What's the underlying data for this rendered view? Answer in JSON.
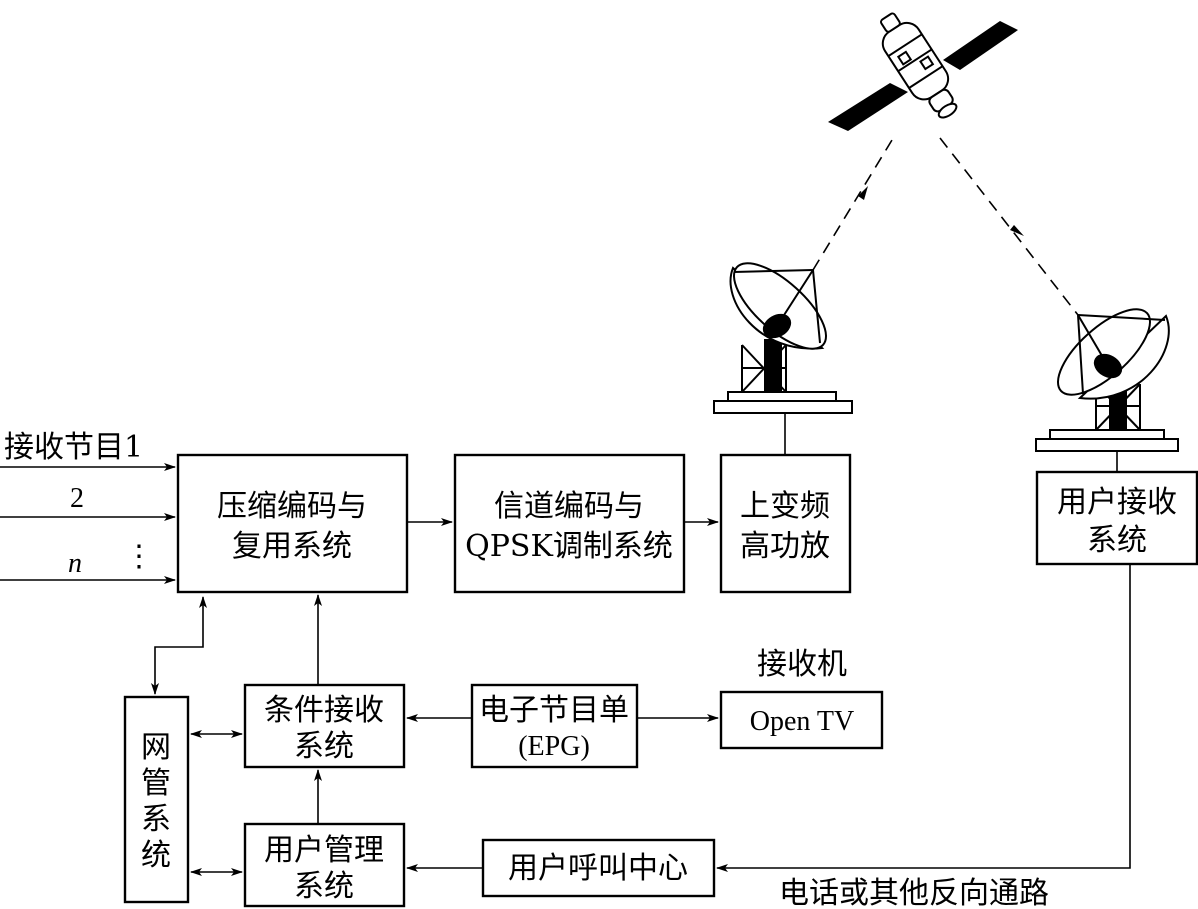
{
  "inputs": {
    "input_1": "接收节目1",
    "input_2": "2",
    "input_n": "n",
    "ellipsis": "⋮"
  },
  "blocks": {
    "compress_mux": [
      "压缩编码与",
      "复用系统"
    ],
    "channel_qpsk": [
      "信道编码与",
      "QPSK调制系统"
    ],
    "upconvert_hpa": [
      "上变频",
      "高功放"
    ],
    "user_receive": [
      "用户接收",
      "系统"
    ],
    "network_mgmt": [
      "网",
      "管",
      "系",
      "统"
    ],
    "conditional_access": [
      "条件接收",
      "系统"
    ],
    "epg": [
      "电子节目单",
      "(EPG)"
    ],
    "open_tv": "Open TV",
    "user_mgmt": [
      "用户管理",
      "系统"
    ],
    "call_center": "用户呼叫中心"
  },
  "labels": {
    "receiver": "接收机",
    "return_path": "电话或其他反向通路"
  },
  "icons": [
    "satellite-icon",
    "uplink-dish-icon",
    "downlink-dish-icon"
  ]
}
